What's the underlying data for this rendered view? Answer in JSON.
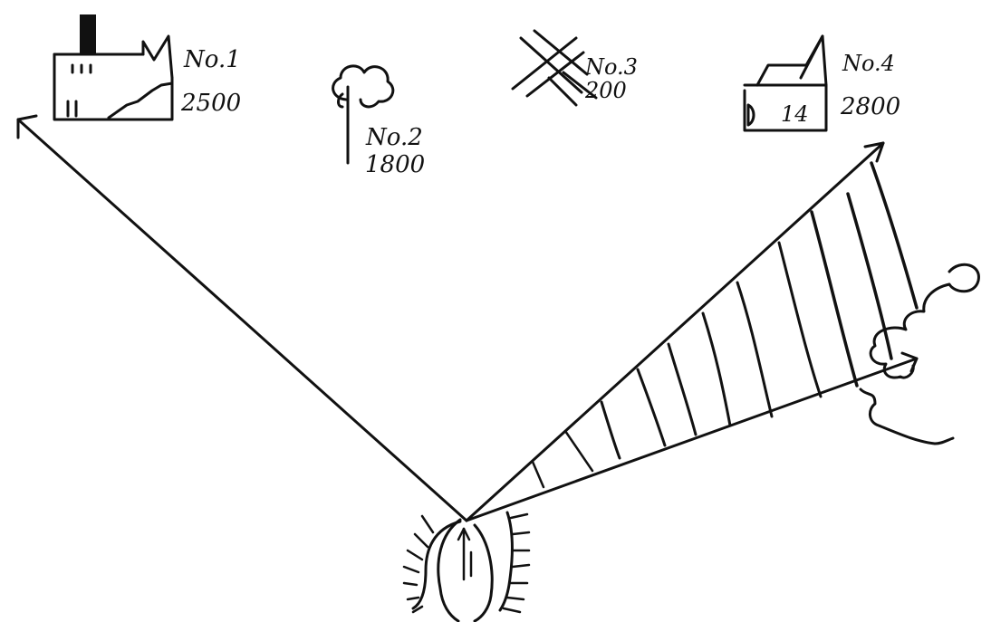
{
  "colors": {
    "ink": "#111111",
    "paper": "#ffffff"
  },
  "landmarks": [
    {
      "id": "no1",
      "icon": "factory-icon",
      "label": "No.1",
      "value": "2500"
    },
    {
      "id": "no2",
      "icon": "tree-icon",
      "label": "No.2",
      "value": "1800"
    },
    {
      "id": "no3",
      "icon": "crossroads-icon",
      "label": "No.3",
      "value": "200"
    },
    {
      "id": "no4",
      "icon": "house-icon",
      "label": "No.4",
      "value": "2800"
    }
  ],
  "observer": {
    "icon": "observer-position-icon"
  },
  "rays": {
    "left": {
      "direction": "toward No.1"
    },
    "right_upper": {
      "direction": "toward No.4"
    },
    "right_lower": {
      "direction": "toward cloud"
    }
  },
  "sector": {
    "pattern": "hatched"
  },
  "cloud": {
    "icon": "cloud-icon"
  }
}
